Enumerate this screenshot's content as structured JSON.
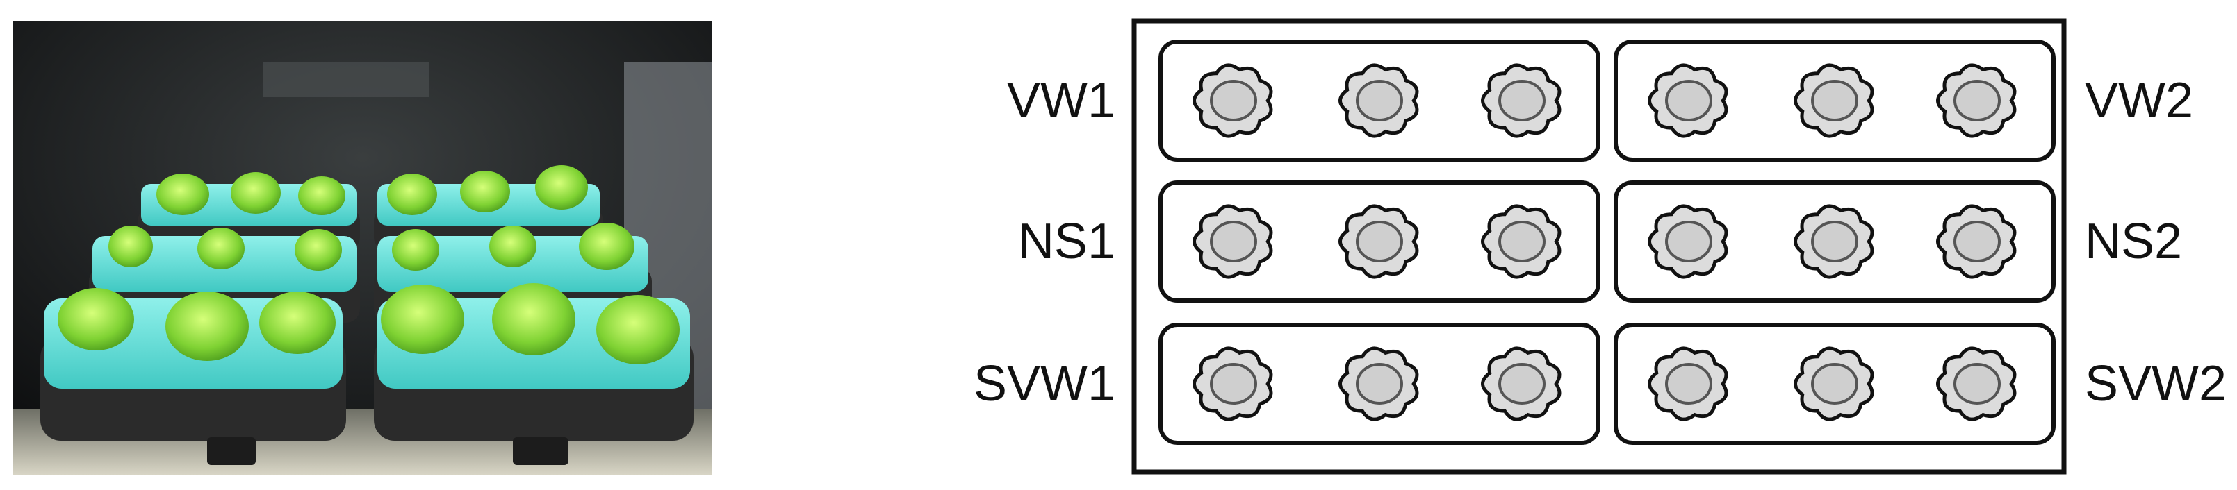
{
  "photo": {
    "description_icon": "hydroponic-trays-photo"
  },
  "layout_diagram": {
    "left_labels": [
      "VW1",
      "NS1",
      "SVW1"
    ],
    "right_labels": [
      "VW2",
      "NS2",
      "SVW2"
    ],
    "rows": 3,
    "trays_per_row": 2,
    "plants_per_tray": 3,
    "plant_icon": "lettuce-plant-icon",
    "colors": {
      "outline": "#111111",
      "plant_fill": "#dcdcdc",
      "plant_core": "#cfcfcf"
    }
  }
}
